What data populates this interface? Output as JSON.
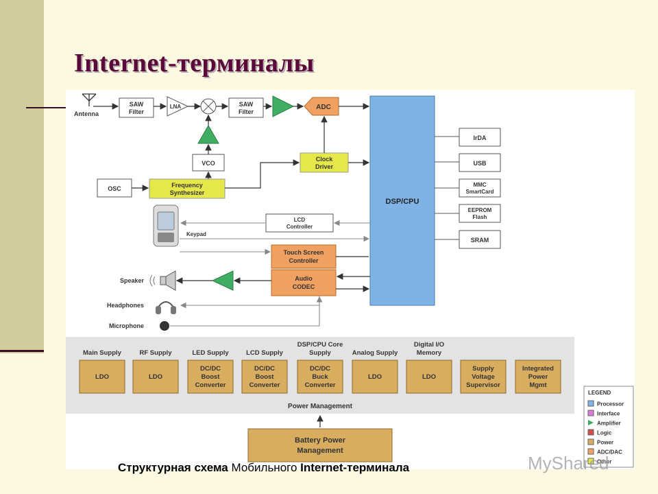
{
  "slide": {
    "title": "Internet-терминалы"
  },
  "caption": {
    "bold1": "Структурная схема",
    "normal": " Мобильного ",
    "bold2": "Internet-терминала"
  },
  "watermark": "MyShared",
  "diagram": {
    "antenna": "Antenna",
    "saw_filter": "SAW",
    "filter": "Filter",
    "lna": "LNA",
    "adc": "ADC",
    "vco": "VCO",
    "osc": "OSC",
    "freq_synth_1": "Frequency",
    "freq_synth_2": "Synthesizer",
    "clock_driver_1": "Clock",
    "clock_driver_2": "Driver",
    "dsp_cpu": "DSP/CPU",
    "irda": "IrDA",
    "usb": "USB",
    "mmc_1": "MMC",
    "mmc_2": "SmartCard",
    "eeprom_1": "EEPROM",
    "eeprom_2": "Flash",
    "sram": "SRAM",
    "lcd_ctrl_1": "LCD",
    "lcd_ctrl_2": "Controller",
    "keypad": "Keypad",
    "touch_1": "Touch Screen",
    "touch_2": "Controller",
    "audio_1": "Audio",
    "audio_2": "CODEC",
    "speaker": "Speaker",
    "headphones": "Headphones",
    "microphone": "Microphone",
    "power_mgmt": "Power Management",
    "battery_1": "Battery Power",
    "battery_2": "Management",
    "supplies": [
      {
        "label": [
          "Main Supply"
        ],
        "box": [
          "LDO"
        ]
      },
      {
        "label": [
          "RF Supply"
        ],
        "box": [
          "LDO"
        ]
      },
      {
        "label": [
          "LED Supply"
        ],
        "box": [
          "DC/DC",
          "Boost",
          "Converter"
        ]
      },
      {
        "label": [
          "LCD Supply"
        ],
        "box": [
          "DC/DC",
          "Boost",
          "Converter"
        ]
      },
      {
        "label": [
          "DSP/CPU Core",
          "Supply"
        ],
        "box": [
          "DC/DC",
          "Buck",
          "Converter"
        ]
      },
      {
        "label": [
          "Analog Supply"
        ],
        "box": [
          "LDO"
        ]
      },
      {
        "label": [
          "Digital I/O",
          "Memory"
        ],
        "box": [
          "LDO"
        ]
      },
      {
        "label": [],
        "box": [
          "Supply",
          "Voltage",
          "Supervisor"
        ]
      },
      {
        "label": [],
        "box": [
          "Integrated",
          "Power",
          "Mgmt"
        ]
      }
    ],
    "legend": {
      "title": "LEGEND",
      "items": [
        {
          "label": "Processor",
          "color": "#7fb2e5"
        },
        {
          "label": "Interface",
          "color": "#e07ad8"
        },
        {
          "label": "Amplifier",
          "color": "#3fae63"
        },
        {
          "label": "Logic",
          "color": "#d84a4a"
        },
        {
          "label": "Power",
          "color": "#d9ad5f"
        },
        {
          "label": "ADC/DAC",
          "color": "#f0a060"
        },
        {
          "label": "Other",
          "color": "#e6e84a"
        }
      ]
    }
  },
  "colors": {
    "processor": "#7fb2e5",
    "amplifier": "#3fae63",
    "power": "#d9ad5f",
    "adc_dac": "#f0a060",
    "other": "#e6e84a",
    "power_band": "#e3e3e3",
    "title": "#5a0a3a"
  }
}
